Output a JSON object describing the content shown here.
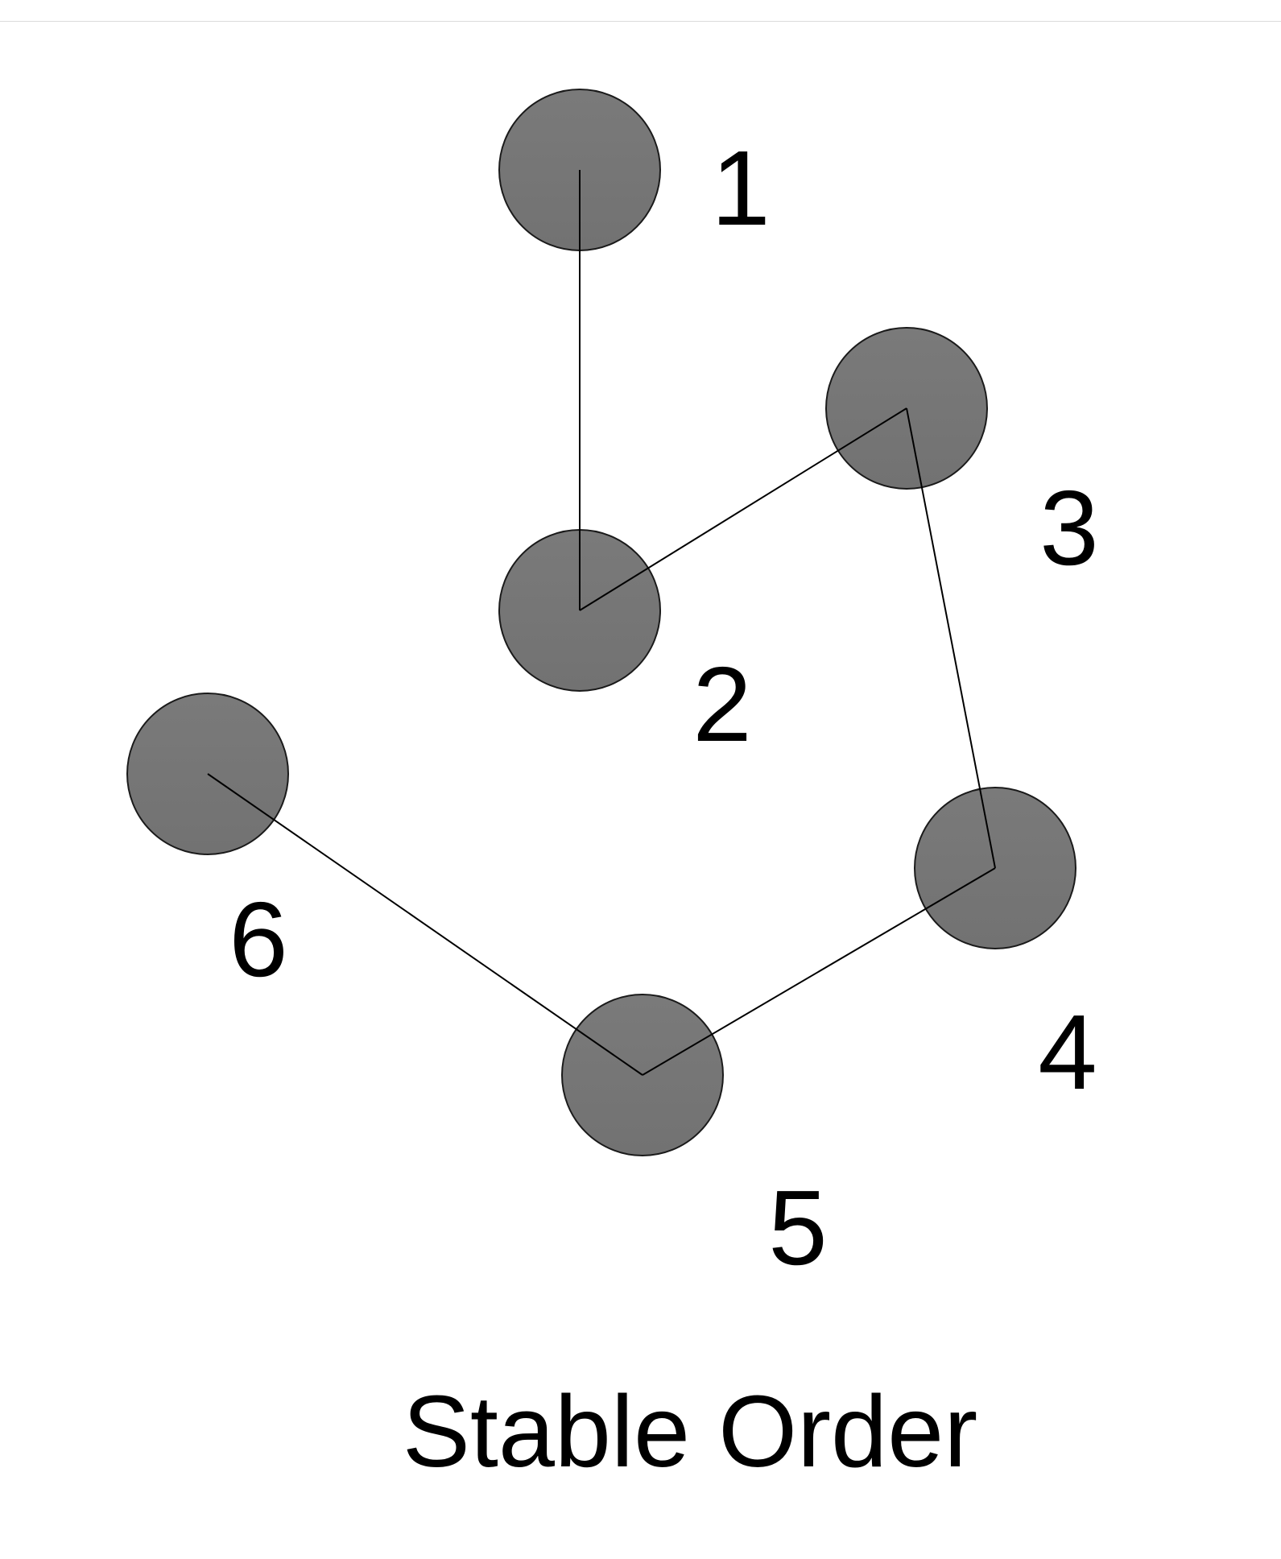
{
  "diagram": {
    "title": "Stable Order",
    "node_fill": "#777777",
    "nodes": [
      {
        "id": "1",
        "label": "1"
      },
      {
        "id": "2",
        "label": "2"
      },
      {
        "id": "3",
        "label": "3"
      },
      {
        "id": "4",
        "label": "4"
      },
      {
        "id": "5",
        "label": "5"
      },
      {
        "id": "6",
        "label": "6"
      }
    ],
    "edges": [
      [
        "1",
        "2"
      ],
      [
        "2",
        "3"
      ],
      [
        "3",
        "4"
      ],
      [
        "4",
        "5"
      ],
      [
        "5",
        "6"
      ]
    ]
  }
}
